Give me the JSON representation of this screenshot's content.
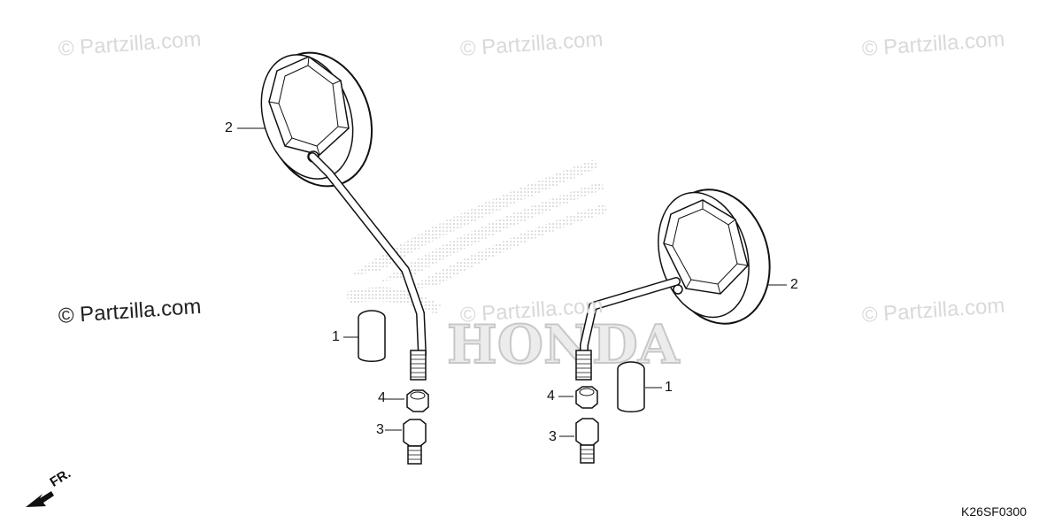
{
  "watermarks": [
    "© Partzilla.com",
    "© Partzilla.com",
    "© Partzilla.com",
    "© Partzilla.com",
    "© Partzilla.com",
    "© Partzilla.com"
  ],
  "callouts": {
    "left_mirror": "2",
    "right_mirror": "2",
    "left_cap": "1",
    "right_cap": "1",
    "left_nut": "4",
    "right_nut": "4",
    "left_adapter": "3",
    "right_adapter": "3"
  },
  "direction_label": "FR.",
  "diagram_code": "K26SF0300"
}
